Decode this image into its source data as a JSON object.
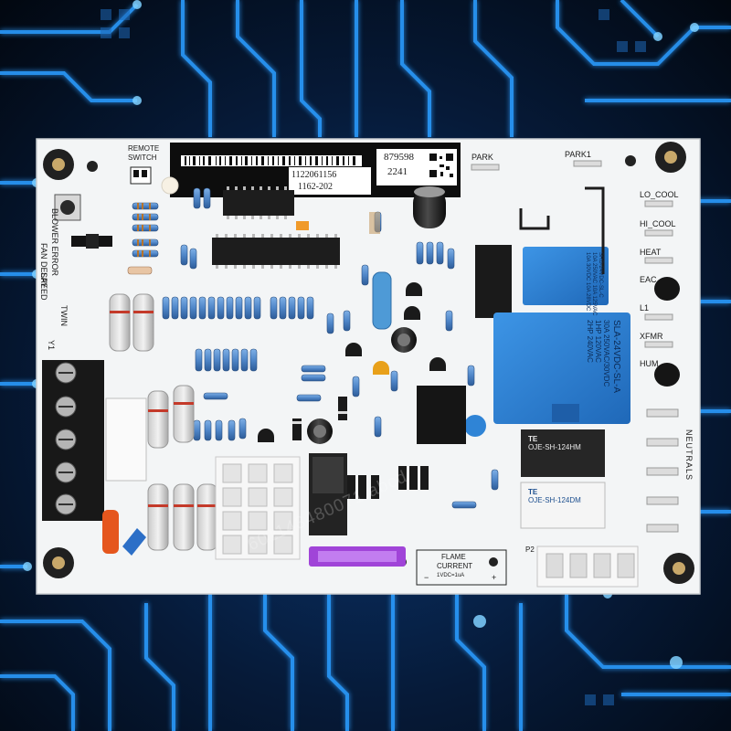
{
  "labels": {
    "remote": "REMOTE",
    "switch": "SWITCH",
    "serial_top": "879598",
    "serial_bottom": "2241",
    "part_a": "1122061156",
    "part_b": "1162-202",
    "park": "PARK",
    "park1": "PARK1",
    "lo_cool": "LO_COOL",
    "hi_cool": "HI_COOL",
    "heat": "HEAT",
    "eac": "EAC",
    "l1": "L1",
    "xfmr": "XFMR",
    "hum": "HUM",
    "neutrals": "NEUTRALS",
    "blower_error": "BLOWER ERROR",
    "fan_delay": "FAN DELAY",
    "speed": "SPEED",
    "twin": "TWIN",
    "y1": "Y1",
    "flame": "FLAME",
    "current": "CURRENT",
    "flame_sub": "1VDC=1uA",
    "minus": "−",
    "plus": "+",
    "p2": "P2"
  },
  "relays": {
    "small_relay": [
      "SRD-24VDC-SL-C",
      "10A 250VAC 10A 125VAC",
      "10A 30VDC 10A 28VDC"
    ],
    "large_relay": [
      "SLA-24VDC-SL-A",
      "30A 250VAC/30VDC",
      "1HP 120VAC",
      "2HP 240VAC"
    ],
    "te_relay_1": [
      "TE",
      "OJE-SH-124HM"
    ],
    "te_relay_2": [
      "TE",
      "OJE-SH-124DM"
    ]
  },
  "watermark": "601143480071.abcd",
  "colors": {
    "board": "#f3f5f6",
    "relay_blue": "#2f84d6",
    "terminal_black": "#181818",
    "fuse_purple": "#a044d8",
    "circuit_glow": "#2b9cff"
  }
}
